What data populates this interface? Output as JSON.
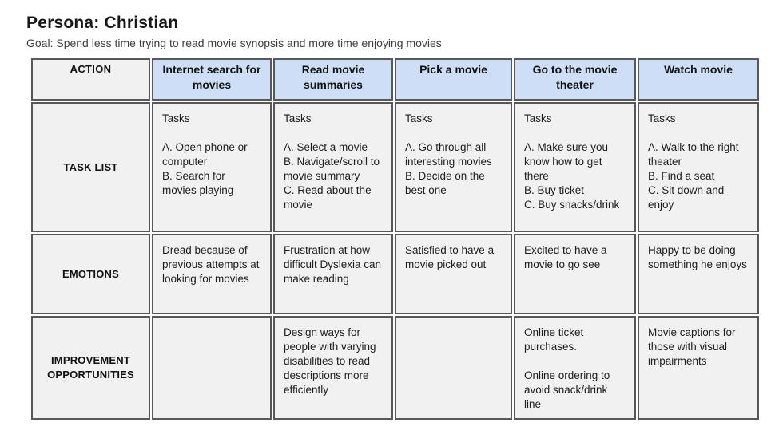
{
  "page": {
    "title": "Persona: Christian",
    "goal": "Goal: Spend less time trying to read movie synopsis and more time enjoying movies"
  },
  "colors": {
    "header_bg": "#cfdef7",
    "cell_bg": "#f1f1f1",
    "border": "#585858",
    "page_bg": "#ffffff"
  },
  "table": {
    "corner_label": "ACTION",
    "columns": [
      "Internet search for movies",
      "Read movie summaries",
      "Pick a movie",
      "Go to the movie theater",
      "Watch movie"
    ],
    "rows": [
      {
        "label": "TASK LIST",
        "cells": [
          "Tasks\n\nA. Open phone or computer\nB. Search for movies playing",
          "Tasks\n\nA. Select a movie\nB. Navigate/scroll to movie summary\nC. Read about the movie",
          "Tasks\n\nA. Go through all interesting movies\nB. Decide on the best one",
          "Tasks\n\nA. Make sure you know how to get there\nB. Buy ticket\nC. Buy snacks/drink",
          "Tasks\n\nA. Walk to the right theater\nB. Find a seat\nC. Sit down and enjoy"
        ]
      },
      {
        "label": "EMOTIONS",
        "cells": [
          "Dread because of previous attempts at looking for movies",
          "Frustration at how difficult Dyslexia can make reading",
          "Satisfied to have a movie picked out",
          "Excited to have a movie to go see",
          "Happy to be doing something he enjoys"
        ]
      },
      {
        "label": "IMPROVEMENT OPPORTUNITIES",
        "cells": [
          "",
          "Design ways for people with varying disabilities to read descriptions more efficiently",
          "",
          "Online ticket purchases.\n\nOnline ordering to avoid snack/drink line",
          "Movie captions for those with visual impairments"
        ]
      }
    ]
  }
}
